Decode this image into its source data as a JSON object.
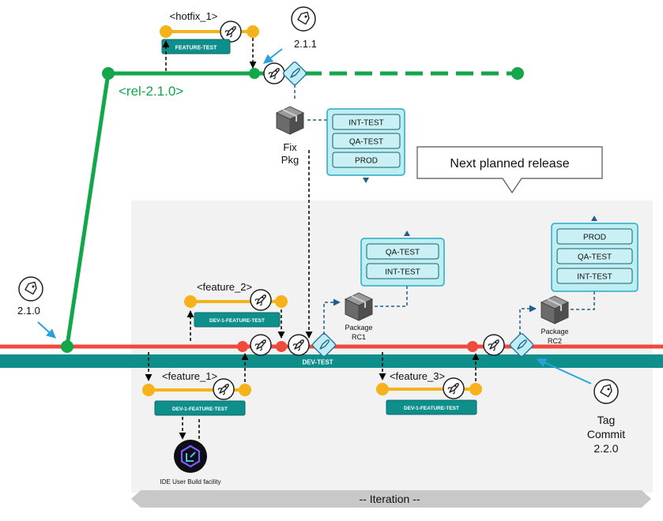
{
  "colors": {
    "green": "#13a64a",
    "red": "#ef4a3c",
    "orange": "#f6b21b",
    "teal": "#0f8f8c",
    "cyan_fill": "#bdeef4",
    "cyan_border": "#2aa9c4",
    "env_btn": "#c9f1f5",
    "iteration_bg": "#f2f2f2",
    "iteration_bar": "#c8c8c8",
    "nav_blue": "#1f5f8b",
    "pointer_blue": "#27a3dc"
  },
  "hotfix": {
    "branch_label": "<hotfix_1>",
    "env_label": "FEATURE-TEST",
    "tag": "2.1.1"
  },
  "release": {
    "branch_label": "<rel-2.1.0>"
  },
  "fix_pkg": {
    "line1": "Fix",
    "line2": "Pkg",
    "envs": [
      "INT-TEST",
      "QA-TEST",
      "PROD"
    ]
  },
  "next_release": {
    "label": "Next planned release"
  },
  "feature_2": {
    "branch_label": "<feature_2>",
    "env_label": "DEV-1-FEATURE-TEST"
  },
  "feature_1": {
    "branch_label": "<feature_1>",
    "env_label": "DEV-1-FEATURE-TEST"
  },
  "feature_3": {
    "branch_label": "<feature_3>",
    "env_label": "DEV-1-FEATURE-TEST"
  },
  "tag_210": {
    "label": "2.1.0"
  },
  "dev": {
    "env_label": "DEV-TEST"
  },
  "rc1": {
    "line1": "Package",
    "line2": "RC1",
    "envs": [
      "QA-TEST",
      "INT-TEST"
    ]
  },
  "rc2": {
    "line1": "Package",
    "line2": "RC2",
    "envs": [
      "PROD",
      "QA-TEST",
      "INT-TEST"
    ]
  },
  "tag_commit": {
    "line1": "Tag",
    "line2": "Commit",
    "line3": "2.2.0"
  },
  "ide": {
    "label": "IDE User Build facility"
  },
  "iteration": {
    "label": "-- Iteration --"
  }
}
